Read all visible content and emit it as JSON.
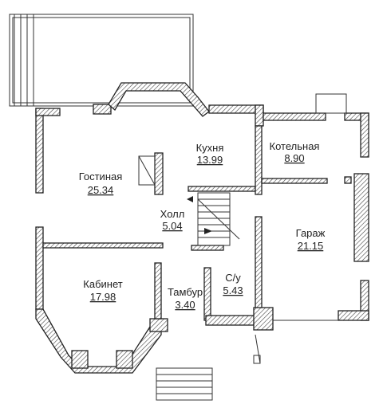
{
  "rooms": [
    {
      "name": "Кухня",
      "area": "13.99"
    },
    {
      "name": "Котельная",
      "area": "8.90"
    },
    {
      "name": "Гостиная",
      "area": "25.34"
    },
    {
      "name": "Холл",
      "area": "5.04"
    },
    {
      "name": "Гараж",
      "area": "21.15"
    },
    {
      "name": "С/у",
      "area": "5.43"
    },
    {
      "name": "Кабинет",
      "area": "17.98"
    },
    {
      "name": "Тамбур",
      "area": "3.40"
    }
  ]
}
